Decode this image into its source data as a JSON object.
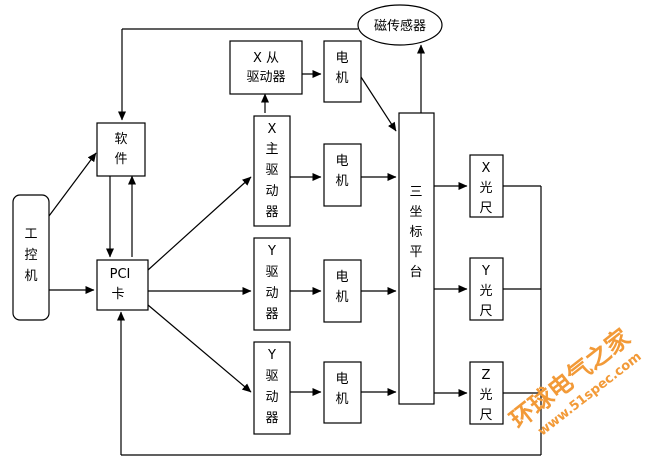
{
  "nodes": {
    "sensor": "磁传感器",
    "x_slave_1": "X 从",
    "x_slave_2": "驱动器",
    "software": [
      "软",
      "件"
    ],
    "industrial_pc": [
      "工",
      "控",
      "机"
    ],
    "pci_card": [
      "PCI",
      "卡"
    ],
    "x_master_driver": [
      "X",
      "主",
      "驱",
      "动",
      "器"
    ],
    "y_driver_1": [
      "Y",
      "驱",
      "动",
      "器"
    ],
    "y_driver_2": [
      "Y",
      "驱",
      "动",
      "器"
    ],
    "motor": [
      "电",
      "机"
    ],
    "platform": [
      "三",
      "坐",
      "标",
      "平",
      "台"
    ],
    "x_scale": [
      "X",
      "光",
      "尺"
    ],
    "y_scale": [
      "Y",
      "光",
      "尺"
    ],
    "z_scale": [
      "Z",
      "光",
      "尺"
    ]
  },
  "watermark": {
    "text": "环球电气之家",
    "url": "www.51spec.com",
    "color": "#f29a38"
  }
}
